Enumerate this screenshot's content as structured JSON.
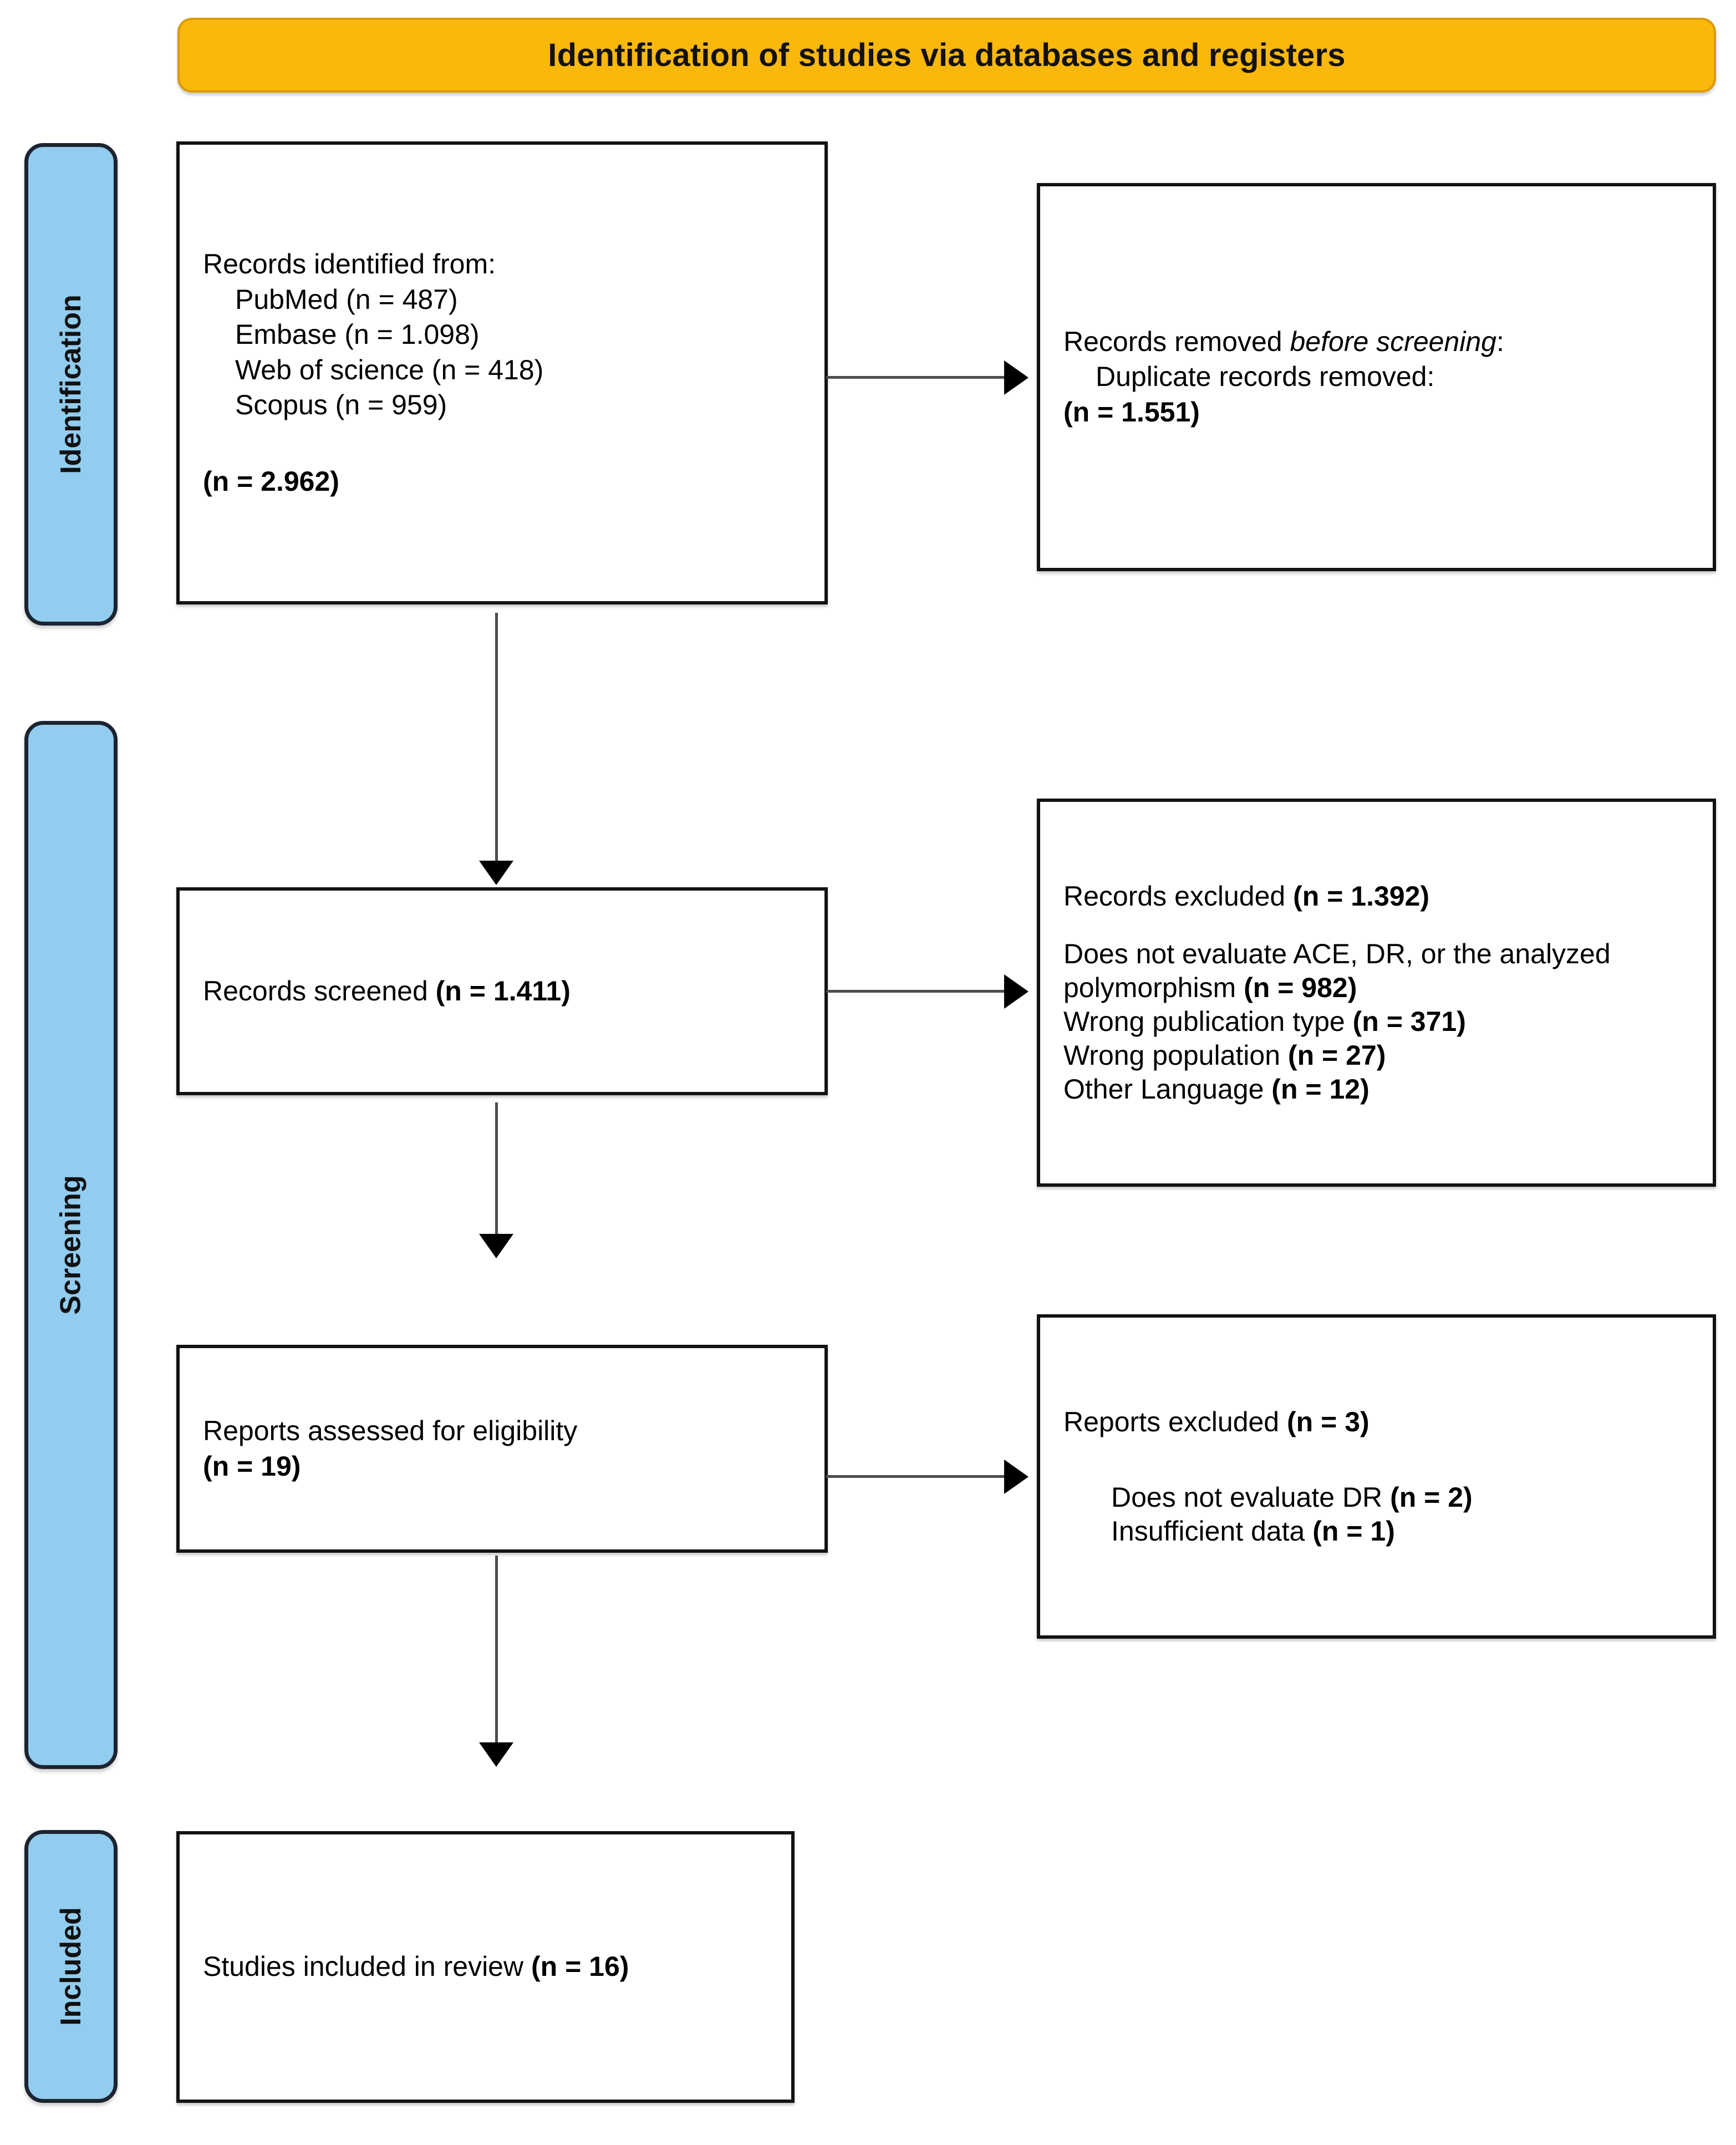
{
  "banner": {
    "title": "Identification of studies via databases and registers"
  },
  "stages": [
    {
      "key": "identification",
      "label": "Identification"
    },
    {
      "key": "screening",
      "label": "Screening"
    },
    {
      "key": "included",
      "label": "Included"
    }
  ],
  "boxes": {
    "identified": {
      "heading": "Records identified from:",
      "sources": [
        {
          "name": "PubMed",
          "n": "(n = 487)",
          "line": "PubMed (n = 487)"
        },
        {
          "name": "Embase",
          "n": "(n = 1.098)",
          "line": "Embase (n = 1.098)"
        },
        {
          "name": "Web of science",
          "n": "(n = 418)",
          "line": "Web of science (n = 418)"
        },
        {
          "name": "Scopus",
          "n": "(n = 959)",
          "line": "Scopus (n = 959)"
        }
      ],
      "total": "(n = 2.962)"
    },
    "removed": {
      "heading_plain": "Records removed ",
      "heading_italic": "before screening",
      "heading_suffix": ":",
      "subline": "Duplicate records removed:",
      "total": "(n = 1.551)"
    },
    "screened": {
      "label": "Records screened ",
      "n": "(n = 1.411)"
    },
    "records_excluded": {
      "heading_label": "Records excluded ",
      "heading_n": "(n = 1.392)",
      "reasons": [
        {
          "label": "Does not evaluate ACE, DR, or the analyzed polymorphism ",
          "n": "(n = 982)"
        },
        {
          "label": "Wrong publication type ",
          "n": "(n = 371)"
        },
        {
          "label": "Wrong population ",
          "n": "(n = 27)"
        },
        {
          "label": "Other Language ",
          "n": "(n = 12)"
        }
      ]
    },
    "eligible": {
      "label": "Reports assessed for eligibility",
      "n": "(n = 19)"
    },
    "reports_excluded": {
      "heading_label": "Reports excluded ",
      "heading_n": "(n = 3)",
      "reasons": [
        {
          "label": "Does not evaluate DR ",
          "n": "(n = 2)"
        },
        {
          "label": "Insufficient data ",
          "n": "(n = 1)"
        }
      ]
    },
    "included": {
      "label": "Studies included in review ",
      "n": "(n = 16)"
    }
  },
  "colors": {
    "banner_fill": "#fbb80c",
    "banner_border": "#d99a06",
    "stage_fill": "#92ccee",
    "stage_border": "#1b2430",
    "box_border": "#121212",
    "connector": "#4d4d4d"
  }
}
